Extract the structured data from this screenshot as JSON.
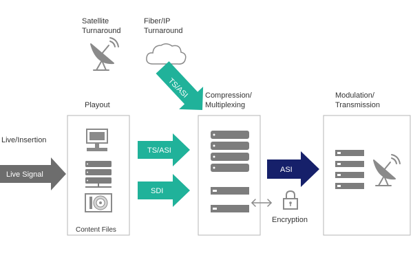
{
  "labels": {
    "satellite_turnaround": [
      "Satellite",
      "Turnaround"
    ],
    "fiber_turnaround": [
      "Fiber/IP",
      "Turnaround"
    ],
    "playout": "Playout",
    "compression": [
      "Compression/",
      "Multiplexing"
    ],
    "modulation": [
      "Modulation/",
      "Transmission"
    ],
    "live_insertion": "Live/Insertion",
    "content_files": "Content Files",
    "encryption": "Encryption"
  },
  "arrows": {
    "live_signal": "Live Signal",
    "ts_asi_diag": "TS/ASI",
    "ts_asi": "TS/ASI",
    "sdi": "SDI",
    "asi": "ASI"
  },
  "colors": {
    "teal": "#20b29a",
    "navy": "#16206a",
    "gray_arrow": "#6d6d6d",
    "icon_gray": "#8a8a8a",
    "server_gray": "#7d7d7d"
  },
  "icons": [
    "satellite-dish-icon",
    "cloud-icon",
    "monitor-icon",
    "server-icon",
    "hard-drive-icon",
    "lock-icon",
    "bidirectional-arrow-icon"
  ]
}
